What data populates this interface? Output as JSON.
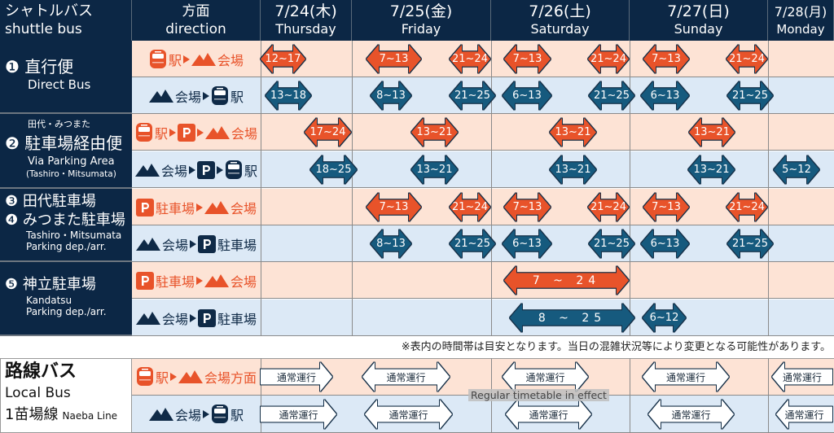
{
  "colors": {
    "orange": "#e8532a",
    "blue": "#165a7e",
    "navy": "#0c2745",
    "row_orange": "#fde3d5",
    "row_blue": "#dce9f6"
  },
  "header": {
    "title_jp": "シャトルバス",
    "title_en": "shuttle bus",
    "direction_jp": "方面",
    "direction_en": "direction",
    "days": [
      {
        "date": "7/24(木)",
        "en": "Thursday"
      },
      {
        "date": "7/25(金)",
        "en": "Friday"
      },
      {
        "date": "7/26(土)",
        "en": "Saturday"
      },
      {
        "date": "7/27(日)",
        "en": "Sunday"
      },
      {
        "date": "7/28(月)",
        "en": "Monday"
      }
    ]
  },
  "groups": [
    {
      "num": "❶",
      "name": "直行便",
      "en": "Direct Bus"
    },
    {
      "num": "❷",
      "sub": "田代・みつまた",
      "name": "駐車場経由便",
      "en": "Via Parking Area",
      "en2": "(Tashiro・Mitsumata)"
    },
    {
      "num": "❸",
      "name": "田代駐車場",
      "num2": "❹",
      "name2": "みつまた駐車場",
      "en": "Tashiro・Mitsumata",
      "en2": "Parking dep./arr."
    },
    {
      "num": "❺",
      "name": "神立駐車場",
      "en": "Kandatsu",
      "en2": "Parking dep./arr."
    }
  ],
  "shuttle_rows": [
    {
      "route": [
        {
          "icon": "train-icon"
        },
        {
          "text": "駅"
        },
        {
          "icon": "triangle-right-icon"
        },
        {
          "icon": "mountain-icon"
        },
        {
          "text": "会場"
        }
      ],
      "arrows": [
        "12~17",
        "7~13",
        "21~24",
        "7~13",
        "21~24",
        "7~13",
        "21~24"
      ]
    },
    {
      "route": [
        {
          "icon": "mountain-icon"
        },
        {
          "text": "会場"
        },
        {
          "icon": "triangle-right-icon"
        },
        {
          "icon": "train-icon"
        },
        {
          "text": "駅"
        }
      ],
      "arrows": [
        "13~18",
        "8~13",
        "21~25",
        "6~13",
        "21~25",
        "6~13",
        "21~25"
      ]
    },
    {
      "route": [
        {
          "icon": "train-icon"
        },
        {
          "text": "駅"
        },
        {
          "icon": "triangle-right-icon"
        },
        {
          "icon": "parking-icon"
        },
        {
          "icon": "triangle-right-icon"
        },
        {
          "icon": "mountain-icon"
        },
        {
          "text": "会場"
        }
      ],
      "arrows": [
        "17~24",
        "13~21",
        "13~21",
        "13~21"
      ]
    },
    {
      "route": [
        {
          "icon": "mountain-icon"
        },
        {
          "text": "会場"
        },
        {
          "icon": "triangle-right-icon"
        },
        {
          "icon": "parking-icon"
        },
        {
          "icon": "triangle-right-icon"
        },
        {
          "icon": "train-icon"
        },
        {
          "text": "駅"
        }
      ],
      "arrows": [
        "18~25",
        "13~21",
        "13~21",
        "13~21",
        "5~12"
      ]
    },
    {
      "route": [
        {
          "icon": "parking-icon"
        },
        {
          "text": "駐車場"
        },
        {
          "icon": "triangle-right-icon"
        },
        {
          "icon": "mountain-icon"
        },
        {
          "text": "会場"
        }
      ],
      "arrows": [
        "7~13",
        "21~24",
        "7~13",
        "21~24",
        "7~13",
        "21~24"
      ]
    },
    {
      "route": [
        {
          "icon": "mountain-icon"
        },
        {
          "text": "会場"
        },
        {
          "icon": "triangle-right-icon"
        },
        {
          "icon": "parking-icon"
        },
        {
          "text": "駐車場"
        }
      ],
      "arrows": [
        "8~13",
        "21~25",
        "6~13",
        "21~25",
        "6~13",
        "21~25"
      ]
    },
    {
      "route": [
        {
          "icon": "parking-icon"
        },
        {
          "text": "駐車場"
        },
        {
          "icon": "triangle-right-icon"
        },
        {
          "icon": "mountain-icon"
        },
        {
          "text": "会場"
        }
      ],
      "arrows": [
        "7 ~ 24"
      ]
    },
    {
      "route": [
        {
          "icon": "mountain-icon"
        },
        {
          "text": "会場"
        },
        {
          "icon": "triangle-right-icon"
        },
        {
          "icon": "parking-icon"
        },
        {
          "text": "駐車場"
        }
      ],
      "arrows": [
        "8 ~ 25",
        "6~12"
      ]
    }
  ],
  "note": "※表内の時間帯は目安となります。当日の混雑状況等により変更となる可能性があります。",
  "local": {
    "title_jp": "路線バス",
    "title_en": "Local Bus",
    "line_jp": "1苗場線",
    "line_en": "Naeba Line",
    "rows": [
      {
        "route": [
          {
            "icon": "train-icon"
          },
          {
            "text": "駅"
          },
          {
            "icon": "triangle-right-icon"
          },
          {
            "icon": "mountain-icon"
          },
          {
            "text": "会場方面"
          }
        ],
        "arrows": [
          "通常運行",
          "通常運行",
          "通常運行",
          "通常運行",
          "通常運行"
        ]
      },
      {
        "route": [
          {
            "icon": "mountain-icon"
          },
          {
            "text": "会場"
          },
          {
            "icon": "triangle-right-icon"
          },
          {
            "icon": "train-icon"
          },
          {
            "text": "駅"
          }
        ],
        "arrows": [
          "通常運行",
          "通常運行",
          "通常運行",
          "通常運行",
          "通常運行"
        ]
      }
    ],
    "overlay": "Regular timetable in effect"
  }
}
